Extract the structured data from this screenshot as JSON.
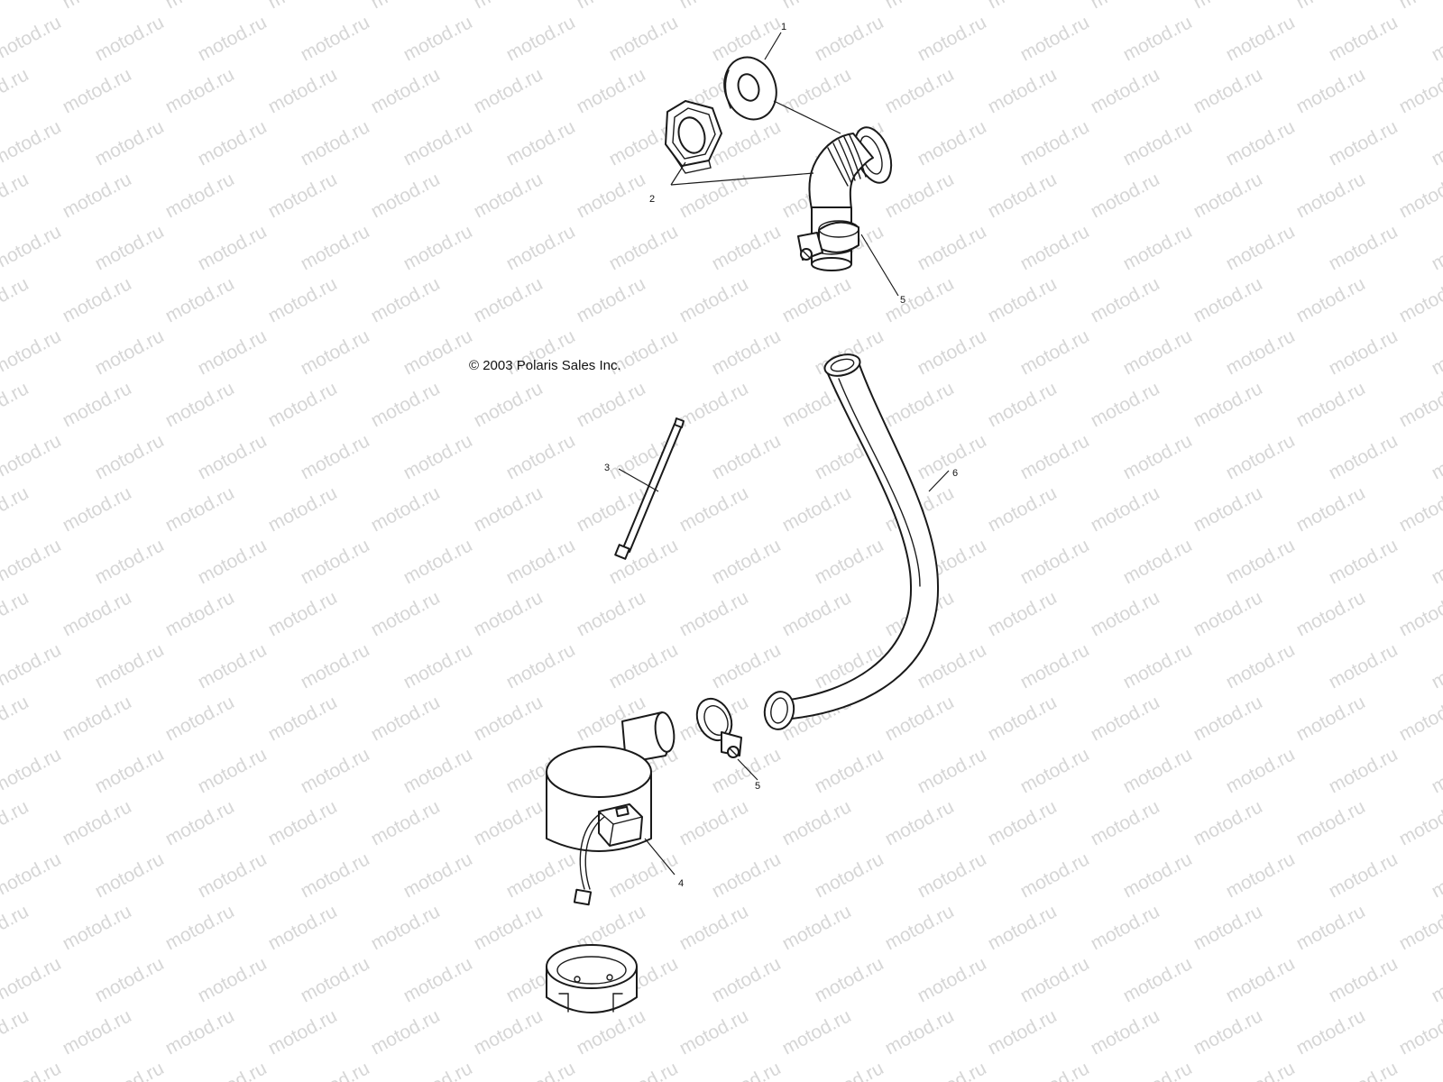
{
  "copyright": "© 2003 Polaris Sales Inc.",
  "watermark": "motod.ru",
  "callouts": {
    "c1": "1",
    "c2": "2",
    "c3": "3",
    "c4": "4",
    "c5a": "5",
    "c5b": "5",
    "c6": "6"
  },
  "colors": {
    "line": "#1a1a1a",
    "watermark": "#d6d6d6",
    "background": "#ffffff"
  }
}
